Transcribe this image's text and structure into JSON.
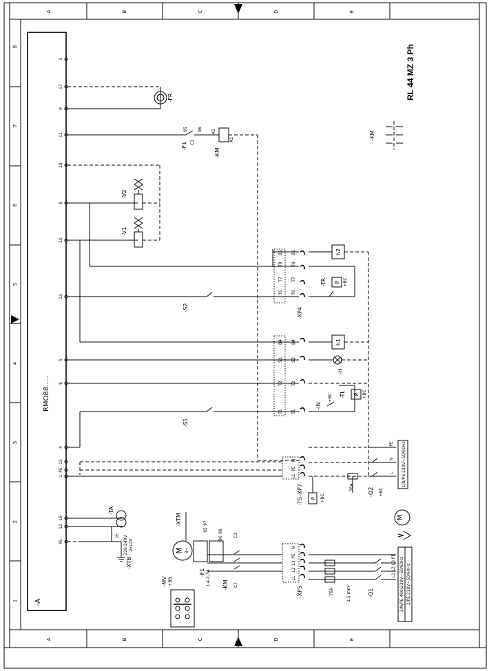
{
  "title": "RL 44 MZ 3 Ph",
  "controller": {
    "name": "RMO88.....",
    "ref": "-A"
  },
  "zones_top": [
    "A",
    "B",
    "C",
    "D",
    "E"
  ],
  "zones_bottom": [
    "A",
    "B",
    "C",
    "D",
    "E"
  ],
  "zones_side": [
    "8",
    "7",
    "6",
    "5",
    "4",
    "3",
    "2",
    "1"
  ],
  "terminals": [
    "3",
    "17",
    "9",
    "11",
    "18",
    "8",
    "10",
    "13",
    "5",
    "6",
    "4",
    "15",
    "PE",
    "1",
    "16",
    "12",
    "PE"
  ],
  "labels": {
    "fr": "-FR",
    "f1_top": "-F1",
    "f1_c1": "C1",
    "f1_95": "95",
    "f1_96": "96",
    "km_coil": "-KM",
    "km_a1": "A1",
    "km_a2": "A2",
    "v2": "-V2",
    "v1": "-V1",
    "s2": "-S2",
    "s1": "-S1",
    "tr": "-TR",
    "tr_p": "P",
    "tr_bc": "+BC",
    "tl": "-TL",
    "tl_p": "P",
    "tl_bc": "+BC",
    "in": "-IN",
    "in_bc": "+BC",
    "h": "-H",
    "h1": "h1",
    "h2": "h2",
    "xp4": "-XP4",
    "xp7": "-XP7",
    "xp5": "-XP5",
    "ts": "-TS",
    "ts_p": "P",
    "ts_bc": "+BC",
    "q2": "-Q2",
    "q2_bc": "+BC",
    "q1": "-Q1",
    "t6a_1": "T6A",
    "t6a_2": "T6A",
    "wire15": "1,5 mm²",
    "ta": "-TA",
    "ta_pe": "PE",
    "ta_v1": "220-240V",
    "ta_v2": "2x12V",
    "xtb": "-XTB",
    "xtm": "-XTM",
    "mv": "-MV",
    "mv_bb": "+BB",
    "motor": "M",
    "motor_ph": "3~",
    "f1_bot": "-F1",
    "f1_range": "1,4-2,3A",
    "km_main": "-KM",
    "km_c7": "C7",
    "f1_97": "97",
    "f1_95b": "95",
    "f1_98": "98",
    "f1_96b": "96",
    "c3": "C3",
    "supply1_a": "1/N/PE 230V~50/60Hz",
    "supply3_a": "3/N/PE 400/230V~50/60Hz",
    "supply3_b": "3/PE 230V~50/60Hz",
    "l1l2l3": "L1 L2 L3 PE",
    "pe": "PE",
    "n": "N",
    "l": "L",
    "km_contacts": "-KM",
    "xp_pins_top": "B5 T8 T7 T6",
    "xp_pins_mid": "B4 S3 T2 T1",
    "xp_pins_l": "L1 PE N",
    "xp_pins_3": "L1 L2 L3 PE N"
  }
}
